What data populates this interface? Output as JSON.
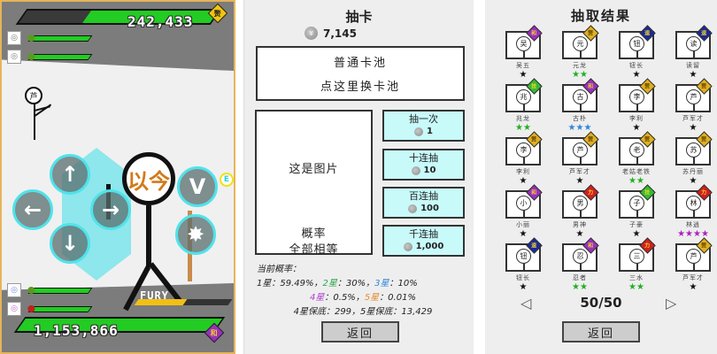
{
  "game": {
    "player_hp": "242,433",
    "player_badge": "赘",
    "enemy_hp": "1,153,866",
    "enemy_badge": "和",
    "enemy_name_initial": "芦",
    "player_face": "以今",
    "fury_label": "FURY",
    "e_badge": "E",
    "colors": {
      "hp_green": "#22cc22",
      "shield_cyan": "#3de0ea",
      "fury_yellow": "#f2c014",
      "border": "#e6b45a"
    },
    "controls": [
      {
        "name": "up",
        "glyph": "↑"
      },
      {
        "name": "left",
        "glyph": "←"
      },
      {
        "name": "right",
        "glyph": "→"
      },
      {
        "name": "down",
        "glyph": "↓"
      },
      {
        "name": "shield-skill",
        "glyph": "V"
      },
      {
        "name": "punch-skill",
        "glyph": "✸"
      }
    ]
  },
  "gacha": {
    "title": "抽卡",
    "coins": "7,145",
    "pool": {
      "line1": "普通卡池",
      "line2": "点这里换卡池"
    },
    "image_placeholder": "这是图片",
    "rate_line1": "概率",
    "rate_line2": "全部相等",
    "buttons": [
      {
        "label": "抽一次",
        "cost": "1"
      },
      {
        "label": "十连抽",
        "cost": "10"
      },
      {
        "label": "百连抽",
        "cost": "100"
      },
      {
        "label": "千连抽",
        "cost": "1,000"
      }
    ],
    "prob": {
      "header": "当前概率：",
      "star1": "1星：59.49%，",
      "star2_label": "2星",
      "star2_value": "：30%，",
      "star3_label": "3星",
      "star3_value": "：10%",
      "star4_label": "4星",
      "star4_value": "：0.5%，",
      "star5_label": "5星",
      "star5_value": "：0.01%",
      "pity": "4星保底：299，5星保底：13,429"
    },
    "back_label": "返回",
    "colors": {
      "star2": "#2aa84a",
      "star3": "#2f86d8",
      "star4": "#b040d0",
      "star5": "#e88a30",
      "button_bg": "#c8fafa"
    }
  },
  "results": {
    "title": "抽取结果",
    "cards": [
      {
        "name": "吴五",
        "face": "吴",
        "badge": "和",
        "badge_color": "#9a2fbf",
        "stars": "★",
        "star_color": "#111"
      },
      {
        "name": "元龙",
        "face": "元",
        "badge": "赘",
        "badge_color": "#e0b020",
        "stars": "★★",
        "star_color": "#22b022"
      },
      {
        "name": "钮长",
        "face": "钮",
        "badge": "速",
        "badge_color": "#1a2a9a",
        "stars": "★",
        "star_color": "#111"
      },
      {
        "name": "读留",
        "face": "读",
        "badge": "速",
        "badge_color": "#1a2a9a",
        "stars": "★",
        "star_color": "#111"
      },
      {
        "name": "兆龙",
        "face": "兆",
        "badge": "技",
        "badge_color": "#33bb33",
        "stars": "★★",
        "star_color": "#22b022"
      },
      {
        "name": "古朴",
        "face": "古",
        "badge": "和",
        "badge_color": "#9a2fbf",
        "stars": "★★★",
        "star_color": "#2f86d8"
      },
      {
        "name": "李利",
        "face": "李",
        "badge": "赘",
        "badge_color": "#e0b020",
        "stars": "★",
        "star_color": "#111"
      },
      {
        "name": "芦军才",
        "face": "芦",
        "badge": "赘",
        "badge_color": "#e0b020",
        "stars": "★",
        "star_color": "#111"
      },
      {
        "name": "李利",
        "face": "李",
        "badge": "赘",
        "badge_color": "#e0b020",
        "stars": "★",
        "star_color": "#111"
      },
      {
        "name": "芦军才",
        "face": "芦",
        "badge": "赘",
        "badge_color": "#e0b020",
        "stars": "★",
        "star_color": "#111"
      },
      {
        "name": "老姑老铁",
        "face": "老",
        "badge": "赘",
        "badge_color": "#e0b020",
        "stars": "★★",
        "star_color": "#22b022"
      },
      {
        "name": "苏丹丽",
        "face": "苏",
        "badge": "赘",
        "badge_color": "#e0b020",
        "stars": "★",
        "star_color": "#111"
      },
      {
        "name": "小丽",
        "face": "小",
        "badge": "和",
        "badge_color": "#9a2fbf",
        "stars": "★",
        "star_color": "#111"
      },
      {
        "name": "男神",
        "face": "男",
        "badge": "力",
        "badge_color": "#d02020",
        "stars": "★",
        "star_color": "#111"
      },
      {
        "name": "子豪",
        "face": "子",
        "badge": "技",
        "badge_color": "#33bb33",
        "stars": "★",
        "star_color": "#111"
      },
      {
        "name": "林逍",
        "face": "林",
        "badge": "力",
        "badge_color": "#d02020",
        "stars": "★★★★",
        "star_color": "#b020c0"
      },
      {
        "name": "钮长",
        "face": "钮",
        "badge": "速",
        "badge_color": "#1a2a9a",
        "stars": "★",
        "star_color": "#111"
      },
      {
        "name": "忍者",
        "face": "忍",
        "badge": "和",
        "badge_color": "#9a2fbf",
        "stars": "★★",
        "star_color": "#22b022"
      },
      {
        "name": "三水",
        "face": "三",
        "badge": "力",
        "badge_color": "#d02020",
        "stars": "★★",
        "star_color": "#22b022"
      },
      {
        "name": "芦军才",
        "face": "芦",
        "badge": "赘",
        "badge_color": "#e0b020",
        "stars": "★",
        "star_color": "#111"
      }
    ],
    "page": "50/50",
    "prev_glyph": "◁",
    "next_glyph": "▷",
    "back_label": "返回"
  }
}
